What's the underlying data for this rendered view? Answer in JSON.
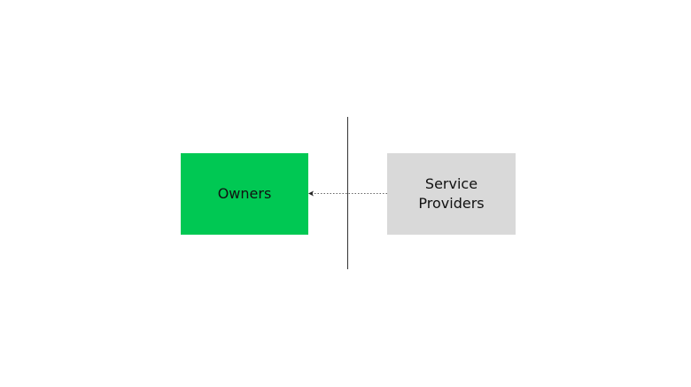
{
  "diagram": {
    "nodes": [
      {
        "id": "owners",
        "label": "Owners",
        "color": "#00c853"
      },
      {
        "id": "service-providers",
        "label": "Service\nProviders",
        "color": "#d9d9d9"
      }
    ],
    "edges": [
      {
        "from": "service-providers",
        "to": "owners",
        "style": "dotted",
        "arrow": "end"
      }
    ],
    "divider_color": "#333333",
    "edge_color": "#666666"
  }
}
